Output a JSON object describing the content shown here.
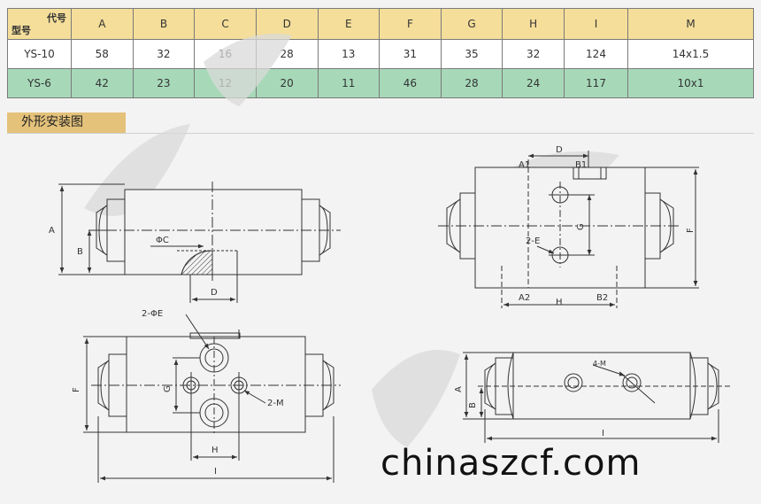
{
  "table": {
    "corner_top": "代号",
    "corner_bottom": "型号",
    "columns": [
      "A",
      "B",
      "C",
      "D",
      "E",
      "F",
      "G",
      "H",
      "I",
      "M"
    ],
    "rows": [
      {
        "model": "YS-10",
        "values": [
          "58",
          "32",
          "16",
          "28",
          "13",
          "31",
          "35",
          "32",
          "124",
          "14x1.5"
        ]
      },
      {
        "model": "YS-6",
        "values": [
          "42",
          "23",
          "12",
          "20",
          "11",
          "46",
          "28",
          "24",
          "117",
          "10x1"
        ]
      }
    ]
  },
  "section_title": "外形安装图",
  "labels": {
    "v1_A": "A",
    "v1_B": "B",
    "v1_phiC": "ΦC",
    "v1_D": "D",
    "v2_D": "D",
    "v2_A1": "A1",
    "v2_B1": "B1",
    "v2_G": "G",
    "v2_F": "F",
    "v2_2E": "2-E",
    "v2_A2": "A2",
    "v2_H": "H",
    "v2_B2": "B2",
    "v3_2phiE": "2-ΦE",
    "v3_F": "F",
    "v3_G": "G",
    "v3_2M": "2-M",
    "v3_H": "H",
    "v3_I": "I",
    "v4_4M": "4-M",
    "v4_A": "A",
    "v4_B": "B",
    "v4_I": "I"
  },
  "watermark": "chinaszcf.com"
}
